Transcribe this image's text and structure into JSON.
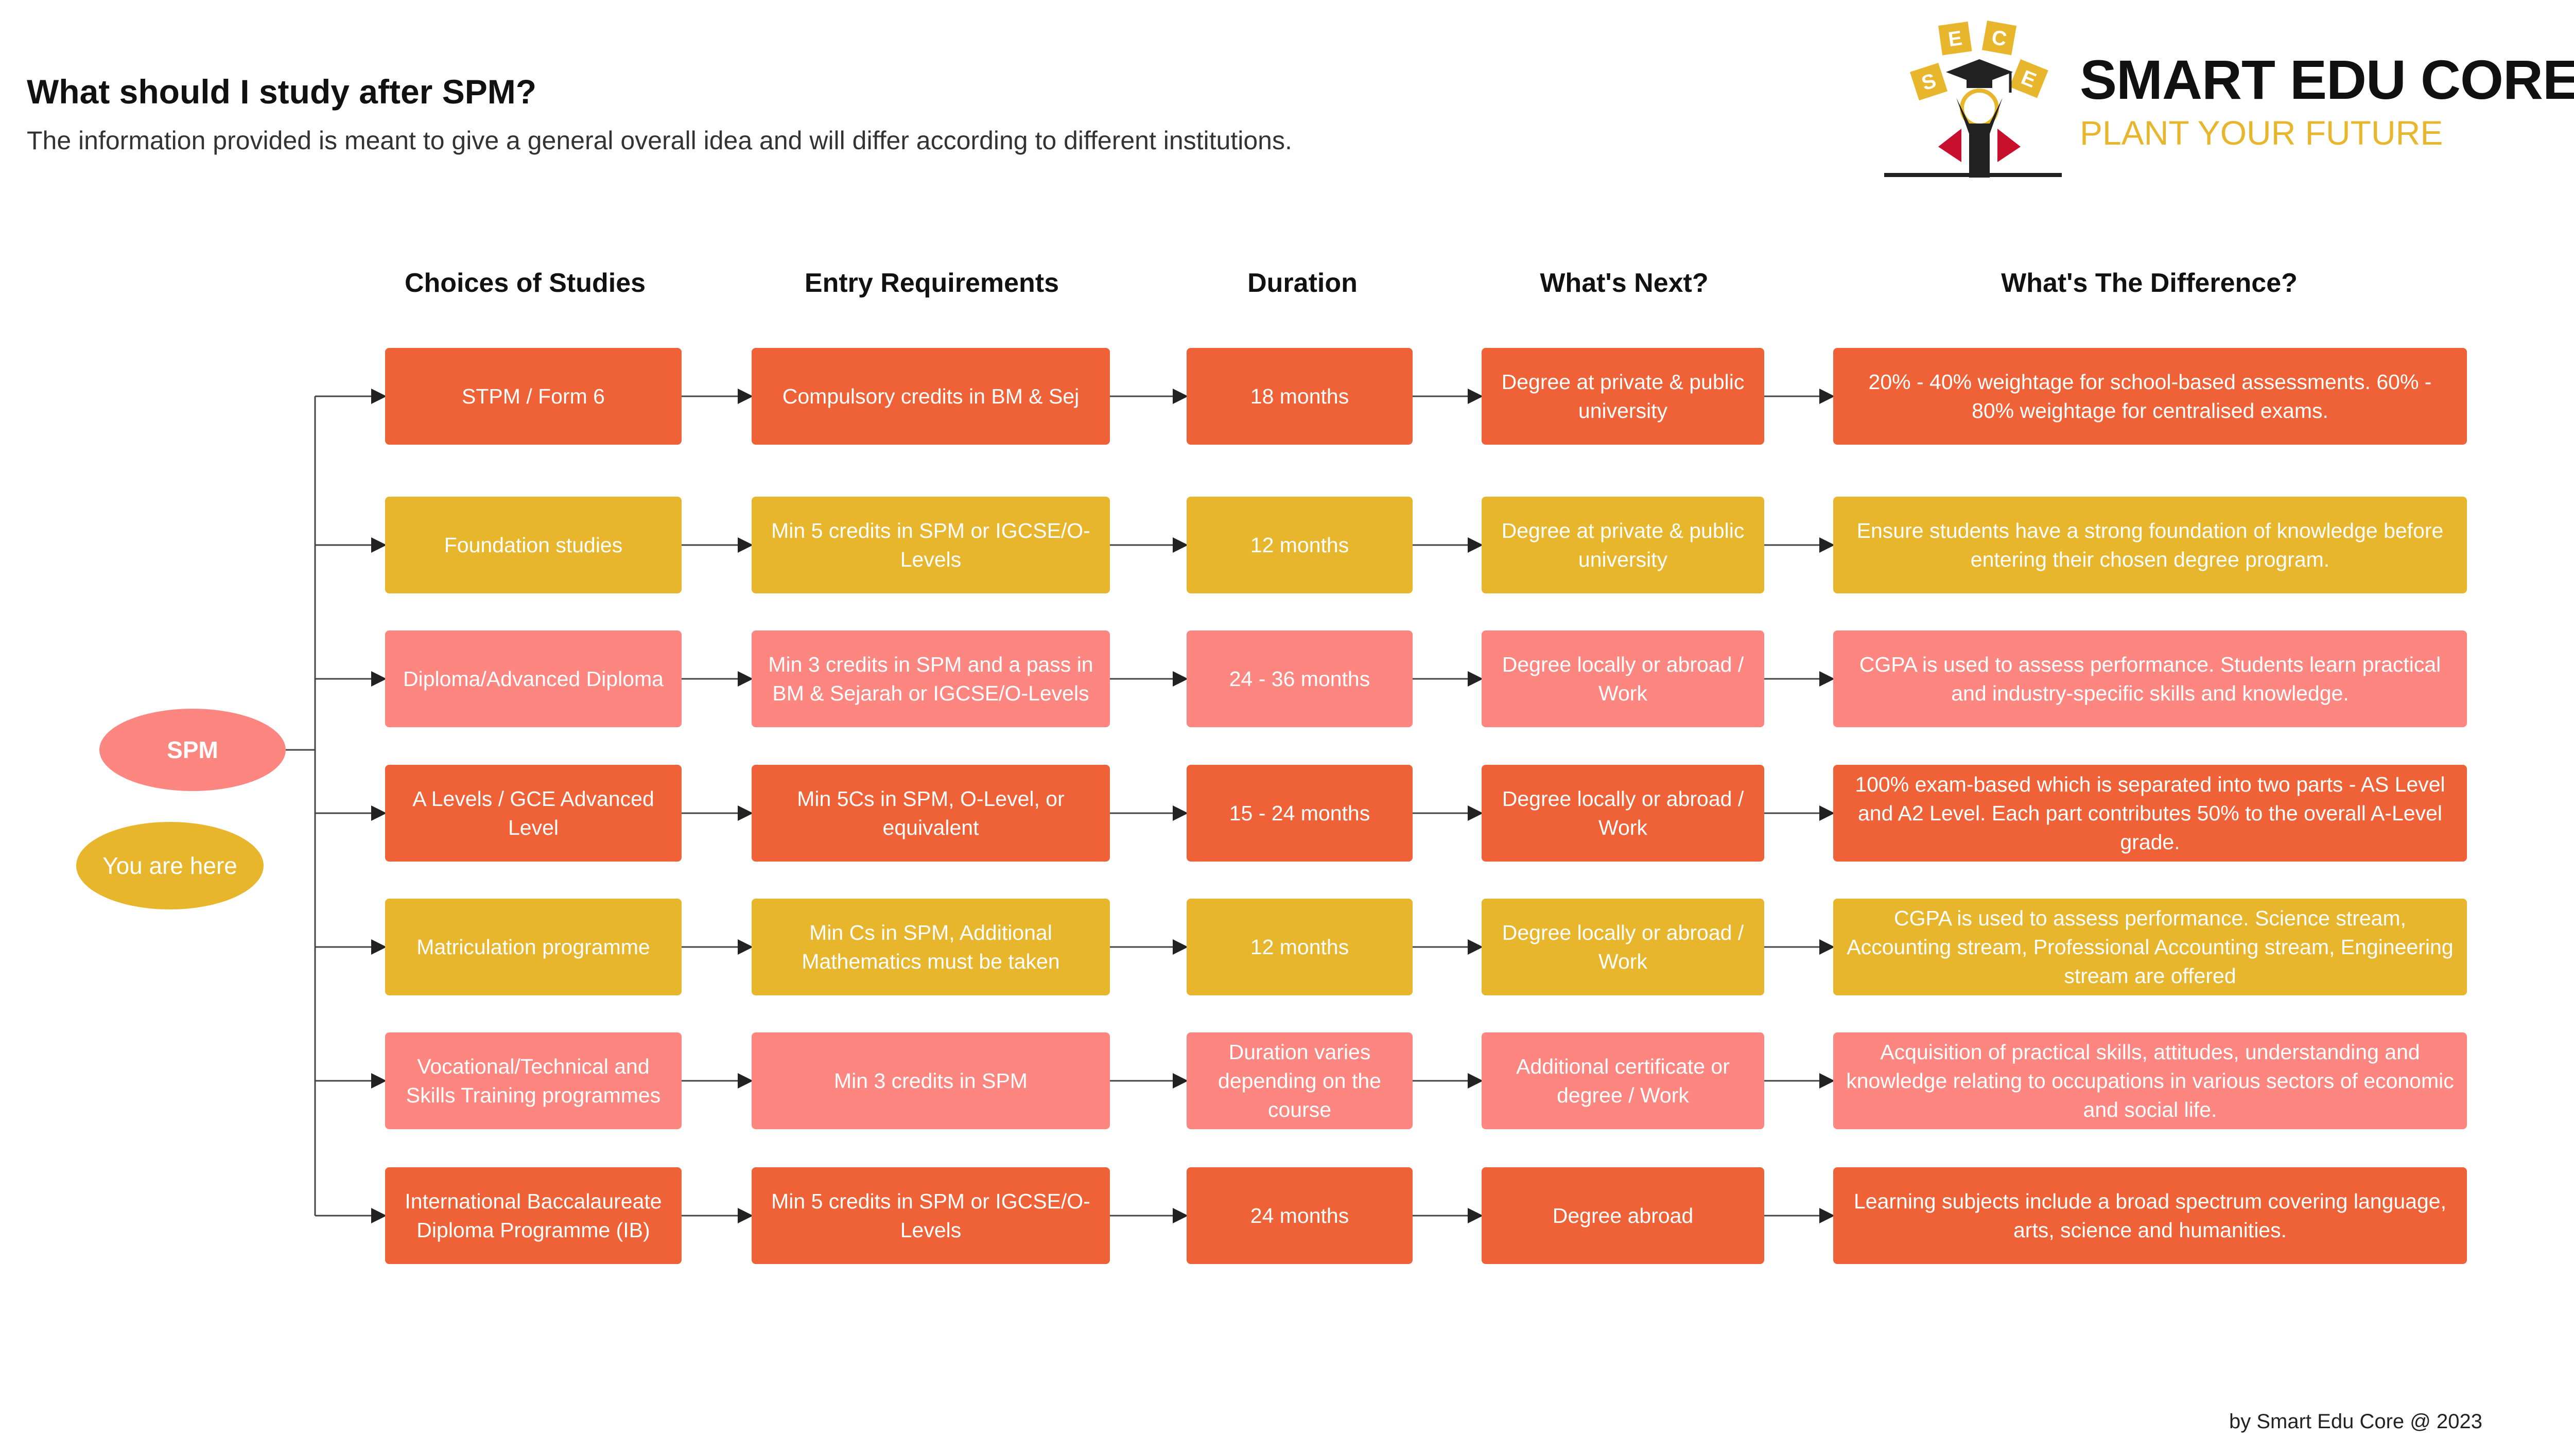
{
  "header": {
    "title": "What should I study after SPM?",
    "subtitle": "The information provided is meant to give a general overall idea and will differ according to different institutions."
  },
  "brand": {
    "name": "SMART EDU CORE",
    "tagline": "PLANT YOUR FUTURE",
    "logo_letters": [
      "S",
      "E",
      "C",
      "E"
    ]
  },
  "columns": [
    "Choices of Studies",
    "Entry Requirements",
    "Duration",
    "What's Next?",
    "What's The Difference?"
  ],
  "root": {
    "label": "SPM",
    "you_are_here": "You are here"
  },
  "rows": [
    {
      "color": "#ef6237",
      "choice": "STPM / Form 6",
      "requirement": "Compulsory credits in BM & Sej",
      "duration": "18 months",
      "next": "Degree at private & public university",
      "difference": "20% - 40% weightage for school-based assessments. 60% - 80% weightage for centralised exams."
    },
    {
      "color": "#e8b62c",
      "choice": "Foundation studies",
      "requirement": "Min 5 credits in SPM or IGCSE/O-Levels",
      "duration": "12 months",
      "next": "Degree at private & public university",
      "difference": "Ensure students have a strong foundation of knowledge before entering their chosen degree program."
    },
    {
      "color": "#fd8780",
      "choice": "Diploma/Advanced Diploma",
      "requirement": "Min 3 credits in SPM and a pass in BM & Sejarah or IGCSE/O-Levels",
      "duration": "24 - 36 months",
      "next": "Degree locally or abroad / Work",
      "difference": "CGPA is used to assess performance. Students learn practical and industry-specific skills and knowledge."
    },
    {
      "color": "#ef6237",
      "choice": "A Levels / GCE Advanced Level",
      "requirement": "Min 5Cs in SPM, O-Level, or equivalent",
      "duration": "15 - 24 months",
      "next": "Degree locally or abroad / Work",
      "difference": "100% exam-based which is separated into two parts - AS Level and A2 Level. Each part contributes 50% to the overall A-Level grade."
    },
    {
      "color": "#e8b62c",
      "choice": "Matriculation programme",
      "requirement": "Min Cs in SPM, Additional Mathematics must be taken",
      "duration": "12 months",
      "next": "Degree locally or abroad / Work",
      "difference": "CGPA is used to assess performance. Science stream, Accounting stream, Professional Accounting stream, Engineering stream are offered"
    },
    {
      "color": "#fd8780",
      "choice": "Vocational/Technical and Skills Training programmes",
      "requirement": "Min 3 credits in SPM",
      "duration": "Duration varies depending on the course",
      "next": "Additional certificate or degree / Work",
      "difference": "Acquisition of practical skills, attitudes, understanding and knowledge relating to occupations in various sectors of economic and social life."
    },
    {
      "color": "#ef6237",
      "choice": "International Baccalaureate Diploma Programme (IB)",
      "requirement": "Min 5 credits in SPM or IGCSE/O-Levels",
      "duration": "24 months",
      "next": "Degree abroad",
      "difference": "Learning subjects include a broad spectrum covering language, arts, science and humanities."
    }
  ],
  "footer": {
    "credit": "by Smart Edu Core @ 2023"
  }
}
